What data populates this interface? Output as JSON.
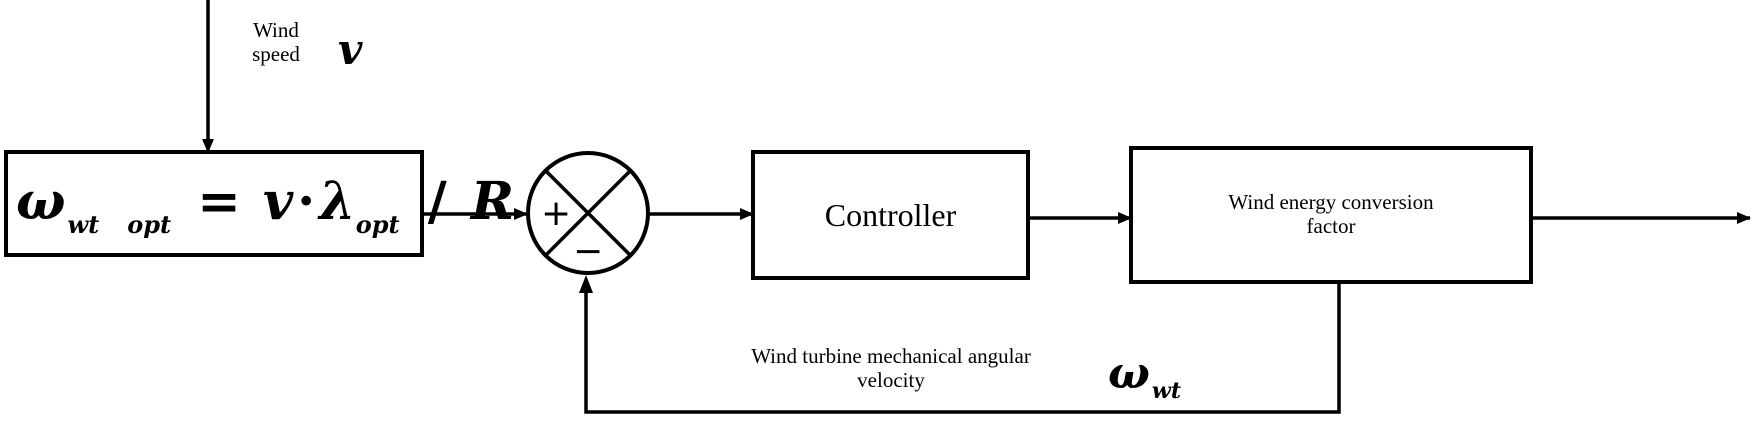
{
  "colors": {
    "stroke": "#000000",
    "background": "#ffffff"
  },
  "input": {
    "label_line1": "Wind",
    "label_line2": "speed",
    "symbol": "v"
  },
  "reference_block": {
    "omega": "ω",
    "omega_sub": "wt",
    "opt_sub": "opt",
    "equals": "=",
    "v": "v",
    "dot": "·",
    "lambda": "λ",
    "lambda_sub": "opt",
    "slash": "/",
    "R": "R"
  },
  "summing_junction": {
    "plus": "+",
    "minus": "−"
  },
  "controller": {
    "label": "Controller"
  },
  "conversion_block": {
    "label_line1": "Wind energy conversion",
    "label_line2": "factor"
  },
  "feedback": {
    "label_line1": "Wind turbine mechanical angular",
    "label_line2": "velocity",
    "omega": "ω",
    "omega_sub": "wt"
  }
}
